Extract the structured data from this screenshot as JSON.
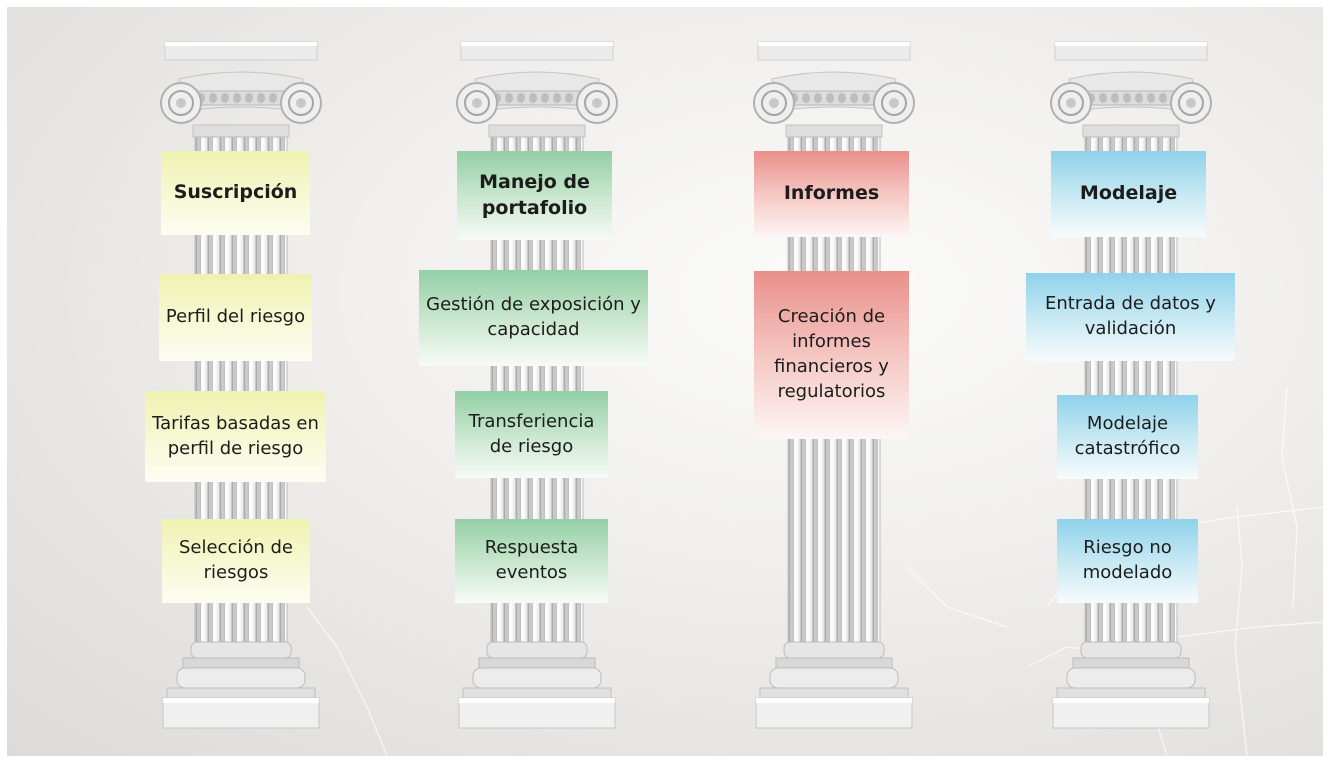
{
  "columns": [
    {
      "id": "suscripcion",
      "color": "yellow",
      "title": "Suscripción",
      "items": [
        "Perfil del riesgo",
        "Tarifas basadas en perfil de riesgo",
        "Selección de riesgos"
      ]
    },
    {
      "id": "manejo-de-portafolio",
      "color": "green",
      "title": "Manejo de portafolio",
      "items": [
        "Gestión de exposición y capacidad",
        "Transferiencia de riesgo",
        "Respuesta eventos"
      ]
    },
    {
      "id": "informes",
      "color": "red",
      "title": "Informes",
      "items": [
        "Creación de informes financieros y regulatorios"
      ]
    },
    {
      "id": "modelaje",
      "color": "blue",
      "title": "Modelaje",
      "items": [
        "Entrada de datos y validación",
        "Modelaje catastrófico",
        "Riesgo no modelado"
      ]
    }
  ],
  "colors": {
    "yellow": "#eff2b0",
    "green": "#93cfa5",
    "red": "#ea8f8a",
    "blue": "#8fd2ea",
    "background": "#eeedeb"
  },
  "icons": [
    "ionic-column-icon"
  ]
}
